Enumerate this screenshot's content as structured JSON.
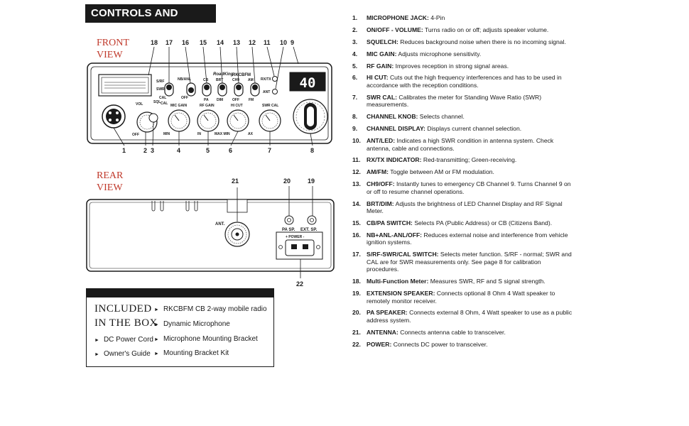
{
  "header": {
    "title": "CONTROLS AND FUNCTIONS"
  },
  "views": {
    "front": "FRONT\nVIEW",
    "rear": "REAR\nVIEW"
  },
  "radio": {
    "brand": "RoadKing",
    "model": "RKCBFM",
    "display_value": "40",
    "labels": {
      "srf": "S/RF",
      "swr": "SWR",
      "cal": "CAL",
      "nb_anl": "NB/ANL",
      "off1": "OFF",
      "cb": "CB",
      "pa": "PA",
      "brt": "BRT",
      "dim": "DIM",
      "ch9": "CH9",
      "off2": "OFF",
      "am": "AM",
      "fm": "FM",
      "rxtx": "RX/TX",
      "ant": "ANT",
      "vol": "VOL",
      "off3": "OFF",
      "sql": "SQL",
      "cal2": "CAL",
      "mic_gain": "MIC GAIN",
      "rf_gain": "RF GAIN",
      "hi_cut": "HI CUT",
      "swr_cal": "SWR CAL",
      "min": "MIN",
      "in": "IN",
      "max_min": "MAX MIN",
      "ax": "AX",
      "ant_rear": "ANT.",
      "pa_sp": "PA SP.",
      "ext_sp": "EXT. SP.",
      "power": "+  POWER  -"
    },
    "callouts_top": [
      "18",
      "17",
      "16",
      "15",
      "14",
      "13",
      "12",
      "11",
      "10",
      "9"
    ],
    "callouts_bottom": [
      "1",
      "2",
      "3",
      "4",
      "5",
      "6",
      "7",
      "8"
    ],
    "callouts_rear": [
      "21",
      "20",
      "19",
      "22"
    ]
  },
  "included": {
    "title": "INCLUDED\nIN THE BOX",
    "items": [
      "RKCBFM CB 2-way mobile radio",
      "Dynamic Microphone",
      "Microphone Mounting Bracket",
      "Mounting Bracket Kit",
      "DC Power Cord",
      "Owner's Guide"
    ]
  },
  "legend": [
    {
      "num": "1.",
      "term": "MICROPHONE JACK:",
      "desc": " 4-Pin"
    },
    {
      "num": "2.",
      "term": "ON/OFF - VOLUME:",
      "desc": " Turns radio on or off; adjusts speaker volume."
    },
    {
      "num": "3.",
      "term": "SQUELCH:",
      "desc": " Reduces background noise when there is no incoming signal."
    },
    {
      "num": "4.",
      "term": "MIC GAIN:",
      "desc": " Adjusts microphone sensitivity."
    },
    {
      "num": "5.",
      "term": "RF GAIN:",
      "desc": " Improves reception in strong signal areas."
    },
    {
      "num": "6.",
      "term": "HI CUT:",
      "desc": " Cuts out the high frequency interferences and has to be used in accordance with the reception conditions."
    },
    {
      "num": "7.",
      "term": "SWR CAL:",
      "desc": " Calibrates the meter for Standing Wave Ratio (SWR) measurements."
    },
    {
      "num": "8.",
      "term": "CHANNEL KNOB:",
      "desc": " Selects channel."
    },
    {
      "num": "9.",
      "term": "CHANNEL DISPLAY:",
      "desc": " Displays current channel selection."
    },
    {
      "num": "10.",
      "term": "ANT/LED:",
      "desc": " Indicates a high SWR condition in antenna system. Check antenna, cable and connections."
    },
    {
      "num": "11.",
      "term": "RX/TX INDICATOR:",
      "desc": " Red-transmitting; Green-receiving."
    },
    {
      "num": "12.",
      "term": "AM/FM:",
      "desc": " Toggle between AM or FM modulation."
    },
    {
      "num": "13.",
      "term": "CH9/OFF:",
      "desc": " Instantly tunes to emergency CB Channel 9. Turns Channel 9 on or off to resume channel operations."
    },
    {
      "num": "14.",
      "term": "BRT/DIM:",
      "desc": " Adjusts the brightness of LED Channel Display and RF Signal Meter."
    },
    {
      "num": "15.",
      "term": "CB/PA SWITCH:",
      "desc": " Selects PA (Public Address) or CB (Citizens Band)."
    },
    {
      "num": "16.",
      "term": "NB+ANL-ANL/OFF:",
      "desc": " Reduces external noise and interference from vehicle ignition systems."
    },
    {
      "num": "17.",
      "term": "S/RF-SWR/CAL SWITCH:",
      "desc": " Selects meter function. S/RF - normal; SWR and CAL are for SWR measurements only. See page 8 for calibration procedures."
    },
    {
      "num": "18.",
      "term": "Multi-Function Meter:",
      "desc": " Measures SWR, RF and S signal strength."
    },
    {
      "num": "19.",
      "term": "EXTENSION SPEAKER:",
      "desc": " Connects optional 8 Ohm 4 Watt speaker to remotely monitor receiver."
    },
    {
      "num": "20.",
      "term": "PA SPEAKER:",
      "desc": " Connects external 8 Ohm, 4 Watt speaker to use as a public address system."
    },
    {
      "num": "21.",
      "term": "ANTENNA:",
      "desc": " Connects antenna cable to transceiver."
    },
    {
      "num": "22.",
      "term": "POWER:",
      "desc": " Connects DC power to transceiver."
    }
  ]
}
